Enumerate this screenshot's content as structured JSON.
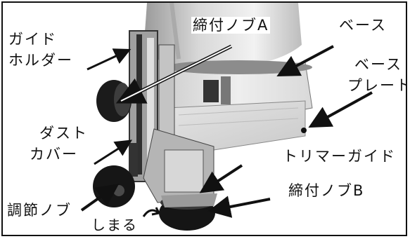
{
  "figure": {
    "labels": {
      "guide_holder_line1": "ガイド",
      "guide_holder_line2": "ホルダー",
      "knob_a": "締付ノブA",
      "base": "ベース",
      "base_plate_line1": "ベース",
      "base_plate_line2": "プレート",
      "dust_cover_line1": "ダスト",
      "dust_cover_line2": "カバー",
      "trimmer_guide": "トリマーガイド",
      "adjust_knob": "調節ノブ",
      "knob_b": "締付ノブB",
      "tighten": "しまる"
    }
  }
}
